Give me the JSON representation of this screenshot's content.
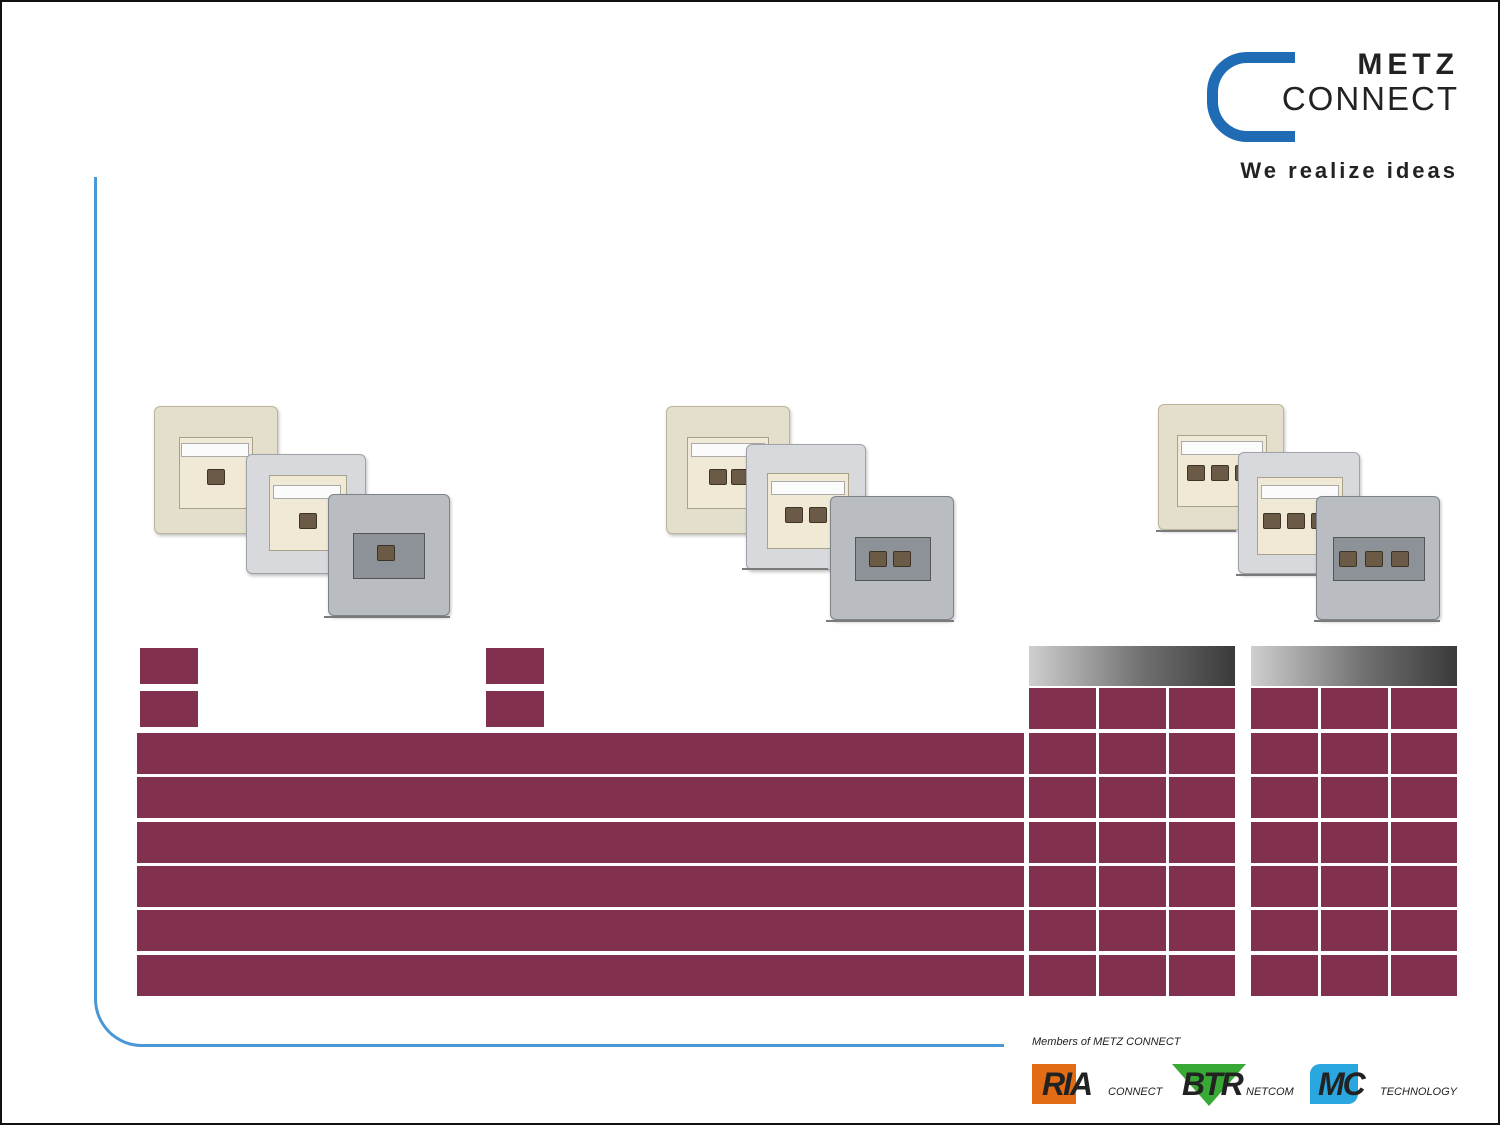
{
  "logo": {
    "line1": "METZ",
    "line2": "CONNECT",
    "tagline": "We realize ideas",
    "brand_color": "#1f6cb4"
  },
  "products": [
    {
      "name": "outlet-1-port",
      "ports": 1
    },
    {
      "name": "outlet-2-port",
      "ports": 2
    },
    {
      "name": "outlet-3-port",
      "ports": 3
    }
  ],
  "table": {
    "row_color": "#823050",
    "header_gradient": [
      "#cfcfcf",
      "#3a3a3a"
    ],
    "rows": 6,
    "group_columns": 3
  },
  "footer": {
    "members_label": "Members of METZ CONNECT",
    "brands": [
      {
        "badge": "RIA",
        "suffix": "CONNECT",
        "color": "#e26b16",
        "icon": "ria-logo-icon"
      },
      {
        "badge": "BTR",
        "suffix": "NETCOM",
        "color": "#39a935",
        "icon": "btr-logo-icon"
      },
      {
        "badge": "MC",
        "suffix": "TECHNOLOGY",
        "color": "#2aa7df",
        "icon": "mc-logo-icon"
      }
    ]
  }
}
